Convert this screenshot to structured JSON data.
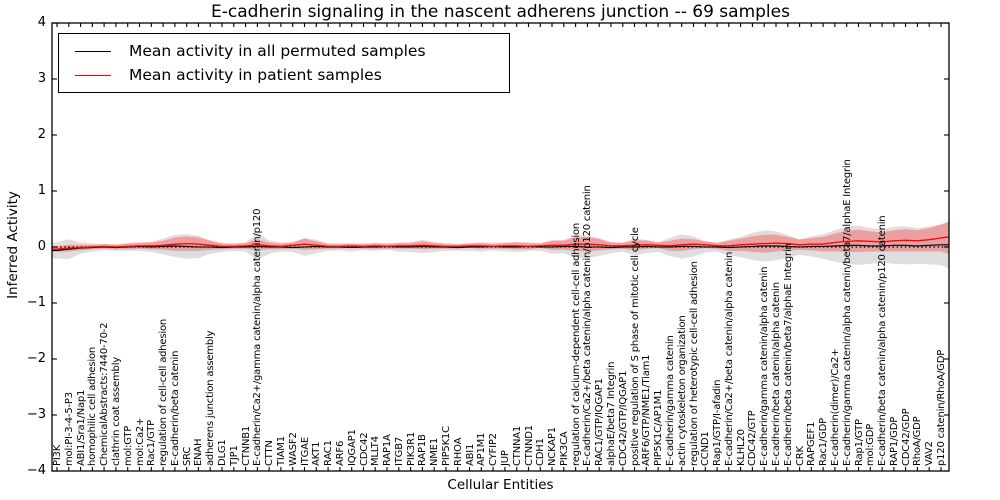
{
  "title": "E-cadherin signaling in the nascent adherens junction -- 69 samples",
  "legend": {
    "location": "upper left",
    "entries": [
      {
        "label": "Mean activity in all permuted samples",
        "color": "#000000"
      },
      {
        "label": "Mean activity in patient samples",
        "color": "#ff0000"
      }
    ]
  },
  "y_axis": {
    "label": "Inferred Activity",
    "tick_labels": [
      "4",
      "3",
      "2",
      "1",
      "0",
      "−1",
      "−2",
      "−3",
      "−4"
    ],
    "tick_values": [
      4,
      3,
      2,
      1,
      0,
      -1,
      -2,
      -3,
      -4
    ]
  },
  "x_axis": {
    "label": "Cellular Entities"
  },
  "chart_data": {
    "type": "line",
    "title": "E-cadherin signaling in the nascent adherens junction -- 69 samples",
    "xlabel": "Cellular Entities",
    "ylabel": "Inferred Activity",
    "ylim": [
      -4,
      4
    ],
    "grid": false,
    "legend_loc": "upper left",
    "baseline": {
      "y": 0,
      "style": "dotted",
      "color": "#000000"
    },
    "categories": [
      "PI3K",
      "mol:PI-3-4-5-P3",
      "ABI1/Sra1/Nap1",
      "homophilic cell adhesion",
      "ChemicalAbstracts:7440-70-2",
      "clathrin coat assembly",
      "mol:GTP",
      "mol:Ca2+",
      "Rac1/GTP",
      "regulation of cell-cell adhesion",
      "E-cadherin/beta catenin",
      "SRC",
      "ENAH",
      "adherens junction assembly",
      "DLG1",
      "TJP1",
      "CTNNB1",
      "E-cadherin/Ca2+/gamma catenin/alpha catenin/p120",
      "CTTN",
      "TIAM1",
      "WASF2",
      "ITGAE",
      "AKT1",
      "RAC1",
      "ARF6",
      "IQGAP1",
      "CDC42",
      "MLLT4",
      "RAP1A",
      "ITGB7",
      "PIK3R1",
      "RAP1B",
      "NME1",
      "PIP5K1C",
      "RHOA",
      "ABI1",
      "AP1M1",
      "CYFIP2",
      "JUP",
      "CTNNA1",
      "CTNND1",
      "CDH1",
      "NCKAP1",
      "PIK3CA",
      "regulation of calcium-dependent cell-cell adhesion",
      "E-cadherin/Ca2+/beta catenin/alpha catenin/p120 catenin",
      "RAC1/GTP/IQGAP1",
      "alphaE/beta7 Integrin",
      "CDC42/GTP/IQGAP1",
      "positive regulation of S phase of mitotic cell cycle",
      "ARF6/GTP/NME1/Tiam1",
      "PIP5K1C/AP1M1",
      "E-cadherin/gamma catenin",
      "actin cytoskeleton organization",
      "regulation of heterotypic cell-cell adhesion",
      "CCND1",
      "Rap1/GTP/I-afadin",
      "E-cadherin/Ca2+/beta catenin/alpha catenin",
      "KLHL20",
      "CDC42/GTP",
      "E-cadherin/gamma catenin/alpha catenin",
      "E-cadherin/beta catenin/alpha catenin",
      "E-cadherin/beta catenin/beta7/alphaE Integrin",
      "CRK",
      "RAPGEF1",
      "Rac1/GDP",
      "E-cadherin(dimer)/Ca2+",
      "E-cadherin/gamma catenin/alpha catenin/beta7/alphaE Integrin",
      "Rap1/GTP",
      "mol:GDP",
      "E-cadherin/beta catenin/alpha catenin/p120 catenin",
      "RAP1/GDP",
      "CDC42/GDP",
      "RhoA/GDP",
      "VAV2",
      "p120 catenin/RhoA/GDP"
    ],
    "series": [
      {
        "name": "Mean activity in all permuted samples",
        "color": "#000000",
        "values": [
          -0.06,
          -0.04,
          -0.02,
          -0.01,
          0,
          -0.01,
          0,
          0.01,
          0,
          0.01,
          0.02,
          0.01,
          0,
          0,
          -0.01,
          0,
          0,
          0.01,
          0,
          0,
          -0.01,
          0,
          0.01,
          0,
          0,
          -0.01,
          0,
          0,
          0.01,
          0,
          0,
          0.01,
          0,
          0,
          -0.01,
          0,
          0,
          0.01,
          0,
          0,
          0.01,
          0,
          0,
          0.01,
          0.01,
          0,
          0,
          -0.01,
          0,
          0,
          0.01,
          0,
          0,
          0.01,
          0.01,
          0,
          0,
          -0.01,
          0,
          0.01,
          0.02,
          0.02,
          0.01,
          0,
          0.01,
          0.01,
          0.02,
          0.03,
          0.03,
          0.02,
          0.02,
          0.03,
          0.03,
          0.02,
          0.03,
          0.04
        ]
      },
      {
        "name": "Mean activity in patient samples",
        "color": "#ff0000",
        "values": [
          -0.04,
          -0.02,
          -0.01,
          0,
          0.01,
          0,
          0.01,
          0.02,
          0.02,
          0.03,
          0.05,
          0.06,
          0.05,
          0.03,
          0.01,
          0.01,
          0.02,
          0.04,
          0.02,
          0.01,
          0.03,
          0.05,
          0.03,
          0.01,
          0.01,
          0.02,
          0.01,
          0.02,
          0.01,
          0.02,
          0.02,
          0.03,
          0.02,
          0.01,
          0.01,
          0.02,
          0.02,
          0.01,
          0.02,
          0.02,
          0.01,
          0.02,
          0.03,
          0.03,
          0.05,
          0.05,
          0.04,
          0.02,
          0.02,
          0.03,
          0.04,
          0.03,
          0.02,
          0.04,
          0.05,
          0.04,
          0.02,
          0.02,
          0.04,
          0.05,
          0.06,
          0.07,
          0.06,
          0.04,
          0.05,
          0.05,
          0.08,
          0.1,
          0.11,
          0.1,
          0.09,
          0.11,
          0.12,
          0.11,
          0.13,
          0.16
        ]
      }
    ],
    "bands": [
      {
        "name": "permuted samples spread",
        "color": "#b0b0b0",
        "center_series": 0,
        "half_widths": [
          0.14,
          0.18,
          0.1,
          0.07,
          0.06,
          0.06,
          0.07,
          0.08,
          0.09,
          0.14,
          0.2,
          0.22,
          0.2,
          0.12,
          0.08,
          0.07,
          0.08,
          0.24,
          0.12,
          0.08,
          0.08,
          0.16,
          0.12,
          0.07,
          0.06,
          0.07,
          0.06,
          0.07,
          0.06,
          0.08,
          0.09,
          0.12,
          0.09,
          0.07,
          0.06,
          0.07,
          0.08,
          0.07,
          0.08,
          0.09,
          0.08,
          0.07,
          0.12,
          0.12,
          0.2,
          0.2,
          0.16,
          0.1,
          0.08,
          0.15,
          0.12,
          0.09,
          0.16,
          0.22,
          0.18,
          0.1,
          0.08,
          0.14,
          0.18,
          0.24,
          0.28,
          0.26,
          0.2,
          0.14,
          0.18,
          0.22,
          0.28,
          0.33,
          0.35,
          0.32,
          0.3,
          0.33,
          0.34,
          0.32,
          0.34,
          0.36
        ]
      },
      {
        "name": "patient samples spread",
        "color": "#ff2a2a",
        "center_series": 1,
        "half_widths": [
          0.05,
          0.06,
          0.05,
          0.04,
          0.04,
          0.04,
          0.05,
          0.05,
          0.06,
          0.08,
          0.12,
          0.13,
          0.12,
          0.08,
          0.05,
          0.04,
          0.05,
          0.1,
          0.06,
          0.05,
          0.06,
          0.1,
          0.07,
          0.04,
          0.04,
          0.04,
          0.04,
          0.05,
          0.04,
          0.05,
          0.05,
          0.07,
          0.05,
          0.04,
          0.04,
          0.04,
          0.05,
          0.04,
          0.05,
          0.06,
          0.05,
          0.04,
          0.08,
          0.08,
          0.12,
          0.13,
          0.1,
          0.06,
          0.05,
          0.09,
          0.07,
          0.05,
          0.09,
          0.11,
          0.09,
          0.06,
          0.05,
          0.09,
          0.11,
          0.14,
          0.16,
          0.15,
          0.12,
          0.09,
          0.11,
          0.13,
          0.16,
          0.19,
          0.2,
          0.18,
          0.17,
          0.19,
          0.2,
          0.19,
          0.21,
          0.24
        ]
      }
    ]
  }
}
